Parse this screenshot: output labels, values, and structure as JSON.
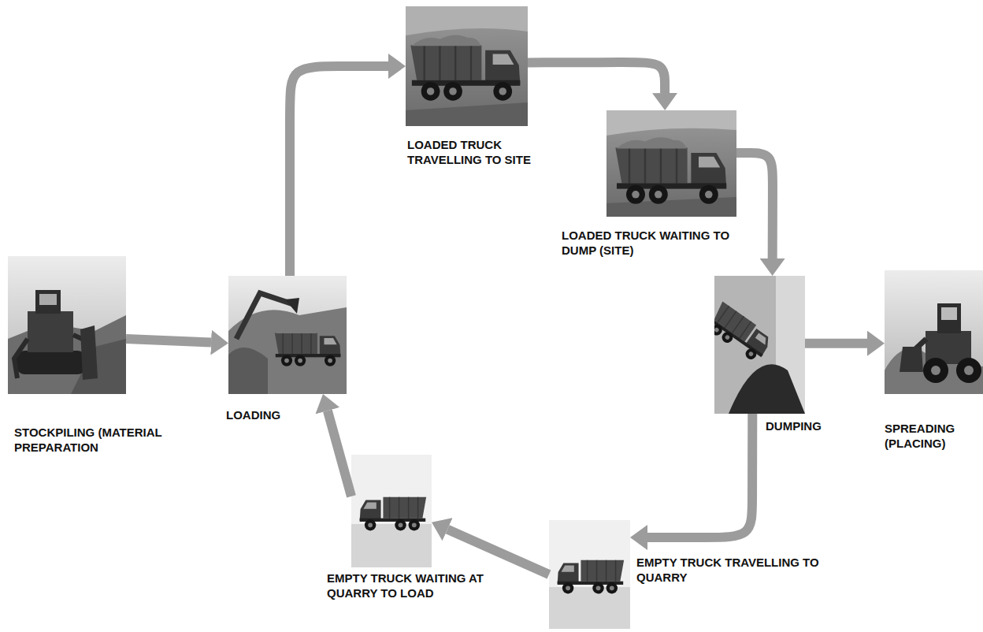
{
  "diagram": {
    "nodes": [
      {
        "text": [
          "STOCKPILING (MATERIAL PREPARATION"
        ]
      },
      {
        "text": [
          "LOADING"
        ]
      },
      {
        "text": [
          "LOADED TRUCK TRAVELLING TO SITE"
        ]
      },
      {
        "text": [
          "LOADED TRUCK WAITING TO DUMP (SITE)"
        ]
      },
      {
        "text": [
          "DUMPING"
        ]
      },
      {
        "text": [
          "SPREADING (PLACING)"
        ]
      },
      {
        "text": [
          "EMPTY TRUCK TRAVELLING TO QUARRY"
        ]
      },
      {
        "text": [
          "EMPTY TRUCK WAITING AT QUARRY TO LOAD"
        ]
      }
    ],
    "edges": [
      {
        "from": 0,
        "to": 1,
        "arrow": "to"
      },
      {
        "from": 1,
        "to": 2,
        "arrow": "to"
      },
      {
        "from": 2,
        "to": 3,
        "arrow": "to"
      },
      {
        "from": 3,
        "to": 4,
        "arrow": "to"
      },
      {
        "from": 4,
        "to": 5,
        "arrow": "to"
      },
      {
        "from": 4,
        "to": 6,
        "arrow": "to"
      },
      {
        "from": 6,
        "to": 7,
        "arrow": "to"
      },
      {
        "from": 7,
        "to": 1,
        "arrow": "to"
      }
    ]
  }
}
